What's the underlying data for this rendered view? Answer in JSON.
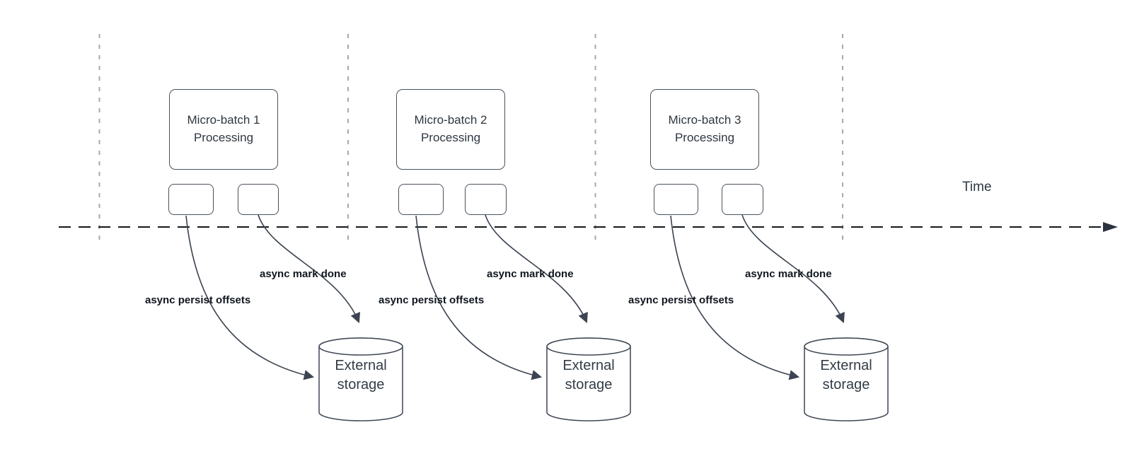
{
  "diagram": {
    "time_label": "Time",
    "batches": [
      {
        "title": "Micro-batch 1\nProcessing",
        "persist_label": "async persist offsets",
        "mark_label": "async mark done",
        "storage_label": "External\nstorage"
      },
      {
        "title": "Micro-batch 2\nProcessing",
        "persist_label": "async persist offsets",
        "mark_label": "async mark done",
        "storage_label": "External\nstorage"
      },
      {
        "title": "Micro-batch 3\nProcessing",
        "persist_label": "async persist offsets",
        "mark_label": "async mark done",
        "storage_label": "External\nstorage"
      }
    ],
    "colors": {
      "connector": "#3b4450",
      "time_axis": "#15181d",
      "interval_marker": "#a6aaad",
      "shape_border": "#4a525c",
      "shape_text": "#2e3740",
      "label_text": "#10161f"
    }
  }
}
